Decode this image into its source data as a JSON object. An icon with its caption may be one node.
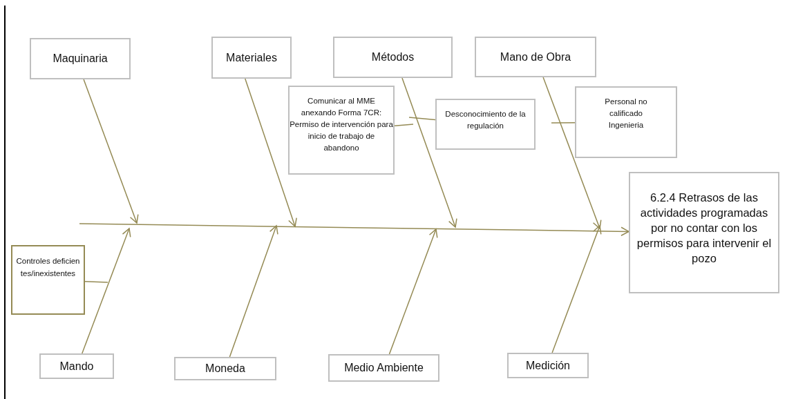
{
  "diagram": {
    "nodes": [
      {
        "text": [
          "Maquinaria"
        ]
      },
      {
        "text": [
          "Materiales"
        ]
      },
      {
        "text": [
          "Métodos"
        ]
      },
      {
        "text": [
          "Mano de Obra"
        ]
      },
      {
        "text": [
          "Comunicar al MME anexando Forma 7CR: Permiso de intervención para inicio de trabajo de abandono"
        ]
      },
      {
        "text": [
          "Desconocimiento de la regulación"
        ]
      },
      {
        "text": [
          "Personal no calificado Ingenieria"
        ]
      },
      {
        "text": [
          "6.2.4 Retrasos de las actividades programadas por no contar con los permisos para intervenir el pozo"
        ]
      },
      {
        "text": [
          "Controles deficientes/inexistentes"
        ]
      },
      {
        "text": [
          "Mando"
        ]
      },
      {
        "text": [
          "Moneda"
        ]
      },
      {
        "text": [
          "Medio Ambiente"
        ]
      },
      {
        "text": [
          "Medición"
        ]
      }
    ],
    "edges": [
      {
        "from": null,
        "to": 7,
        "arrow": "to"
      },
      {
        "from": 0,
        "to": null,
        "arrow": "to"
      },
      {
        "from": 1,
        "to": null,
        "arrow": "to"
      },
      {
        "from": 2,
        "to": null,
        "arrow": "to"
      },
      {
        "from": 3,
        "to": null,
        "arrow": "to"
      },
      {
        "from": 9,
        "to": null,
        "arrow": "to"
      },
      {
        "from": 10,
        "to": null,
        "arrow": "to"
      },
      {
        "from": 11,
        "to": null,
        "arrow": "to"
      },
      {
        "from": 12,
        "to": null,
        "arrow": "to"
      },
      {
        "from": 4,
        "to": null,
        "arrow": "none"
      },
      {
        "from": 5,
        "to": null,
        "arrow": "none"
      },
      {
        "from": 6,
        "to": null,
        "arrow": "none"
      },
      {
        "from": 8,
        "to": null,
        "arrow": "none"
      }
    ]
  }
}
